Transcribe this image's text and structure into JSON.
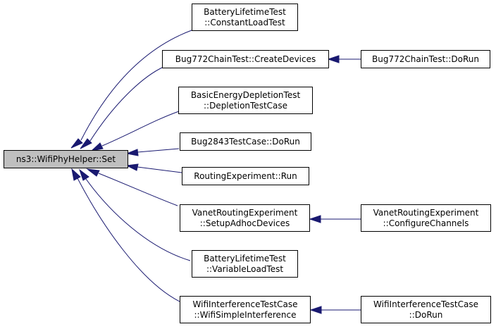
{
  "graph": {
    "root": {
      "lines": [
        "ns3::WifiPhyHelper::Set"
      ]
    },
    "callers": [
      {
        "id": "batt-const",
        "lines": [
          "BatteryLifetimeTest",
          "::ConstantLoadTest"
        ]
      },
      {
        "id": "bug772-create",
        "lines": [
          "Bug772ChainTest::CreateDevices"
        ]
      },
      {
        "id": "basic-energy",
        "lines": [
          "BasicEnergyDepletionTest",
          "::DepletionTestCase"
        ]
      },
      {
        "id": "bug2843",
        "lines": [
          "Bug2843TestCase::DoRun"
        ]
      },
      {
        "id": "routing-run",
        "lines": [
          "RoutingExperiment::Run"
        ]
      },
      {
        "id": "vanet-setup",
        "lines": [
          "VanetRoutingExperiment",
          "::SetupAdhocDevices"
        ]
      },
      {
        "id": "batt-var",
        "lines": [
          "BatteryLifetimeTest",
          "::VariableLoadTest"
        ]
      },
      {
        "id": "wifi-interf",
        "lines": [
          "WifiInterferenceTestCase",
          "::WifiSimpleInterference"
        ]
      }
    ],
    "second_level": [
      {
        "id": "bug772-dorun",
        "caller_of": "bug772-create",
        "lines": [
          "Bug772ChainTest::DoRun"
        ]
      },
      {
        "id": "vanet-config",
        "caller_of": "vanet-setup",
        "lines": [
          "VanetRoutingExperiment",
          "::ConfigureChannels"
        ]
      },
      {
        "id": "wifi-interf-dorun",
        "caller_of": "wifi-interf",
        "lines": [
          "WifiInterferenceTestCase",
          "::DoRun"
        ]
      }
    ],
    "colors": {
      "edge": "#191970",
      "root_fill": "#bfbfbf",
      "node_fill": "#ffffff",
      "border": "#000000"
    }
  }
}
